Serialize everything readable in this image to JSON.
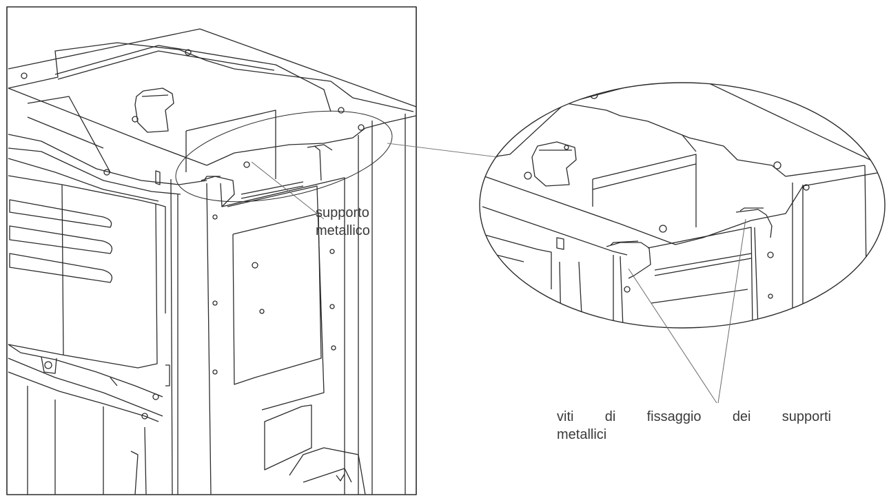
{
  "labels": {
    "support_line1": "supporto",
    "support_line2": "metallico",
    "screws_words": [
      "viti",
      "di",
      "fissaggio",
      "dei",
      "supporti"
    ],
    "screws_line2": "metallici"
  },
  "colors": {
    "line": "#2b2b2b",
    "leader": "#7a7a7a",
    "text": "#3a3a3a"
  }
}
